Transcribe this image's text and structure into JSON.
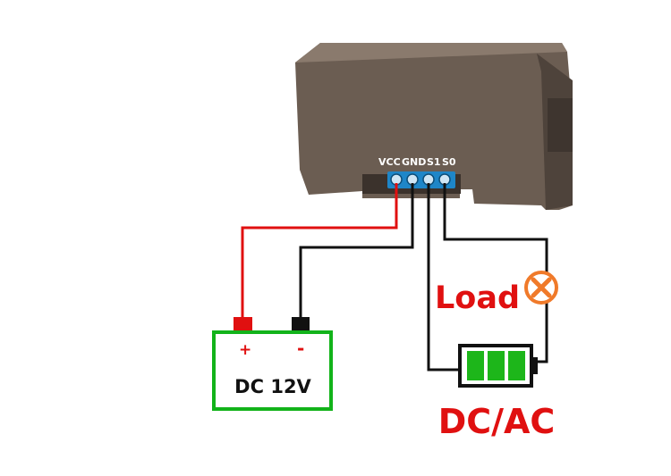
{
  "module": {
    "pins": [
      "VCC",
      "GND",
      "S1",
      "S0"
    ],
    "body_color": "#6b5d52",
    "terminal_color": "#1e86c8"
  },
  "power_supply": {
    "label": "DC 12V",
    "plus_sign": "+",
    "minus_sign": "-",
    "outline_color": "#12b31a"
  },
  "load": {
    "label": "Load",
    "icon": "load-x-icon",
    "label_color": "#e01010",
    "icon_color": "#f07a2a"
  },
  "source": {
    "label": "DC/AC",
    "icon": "battery-icon",
    "label_color": "#e01010"
  },
  "wires": {
    "positive_color": "#e01010",
    "negative_color": "#111111"
  }
}
